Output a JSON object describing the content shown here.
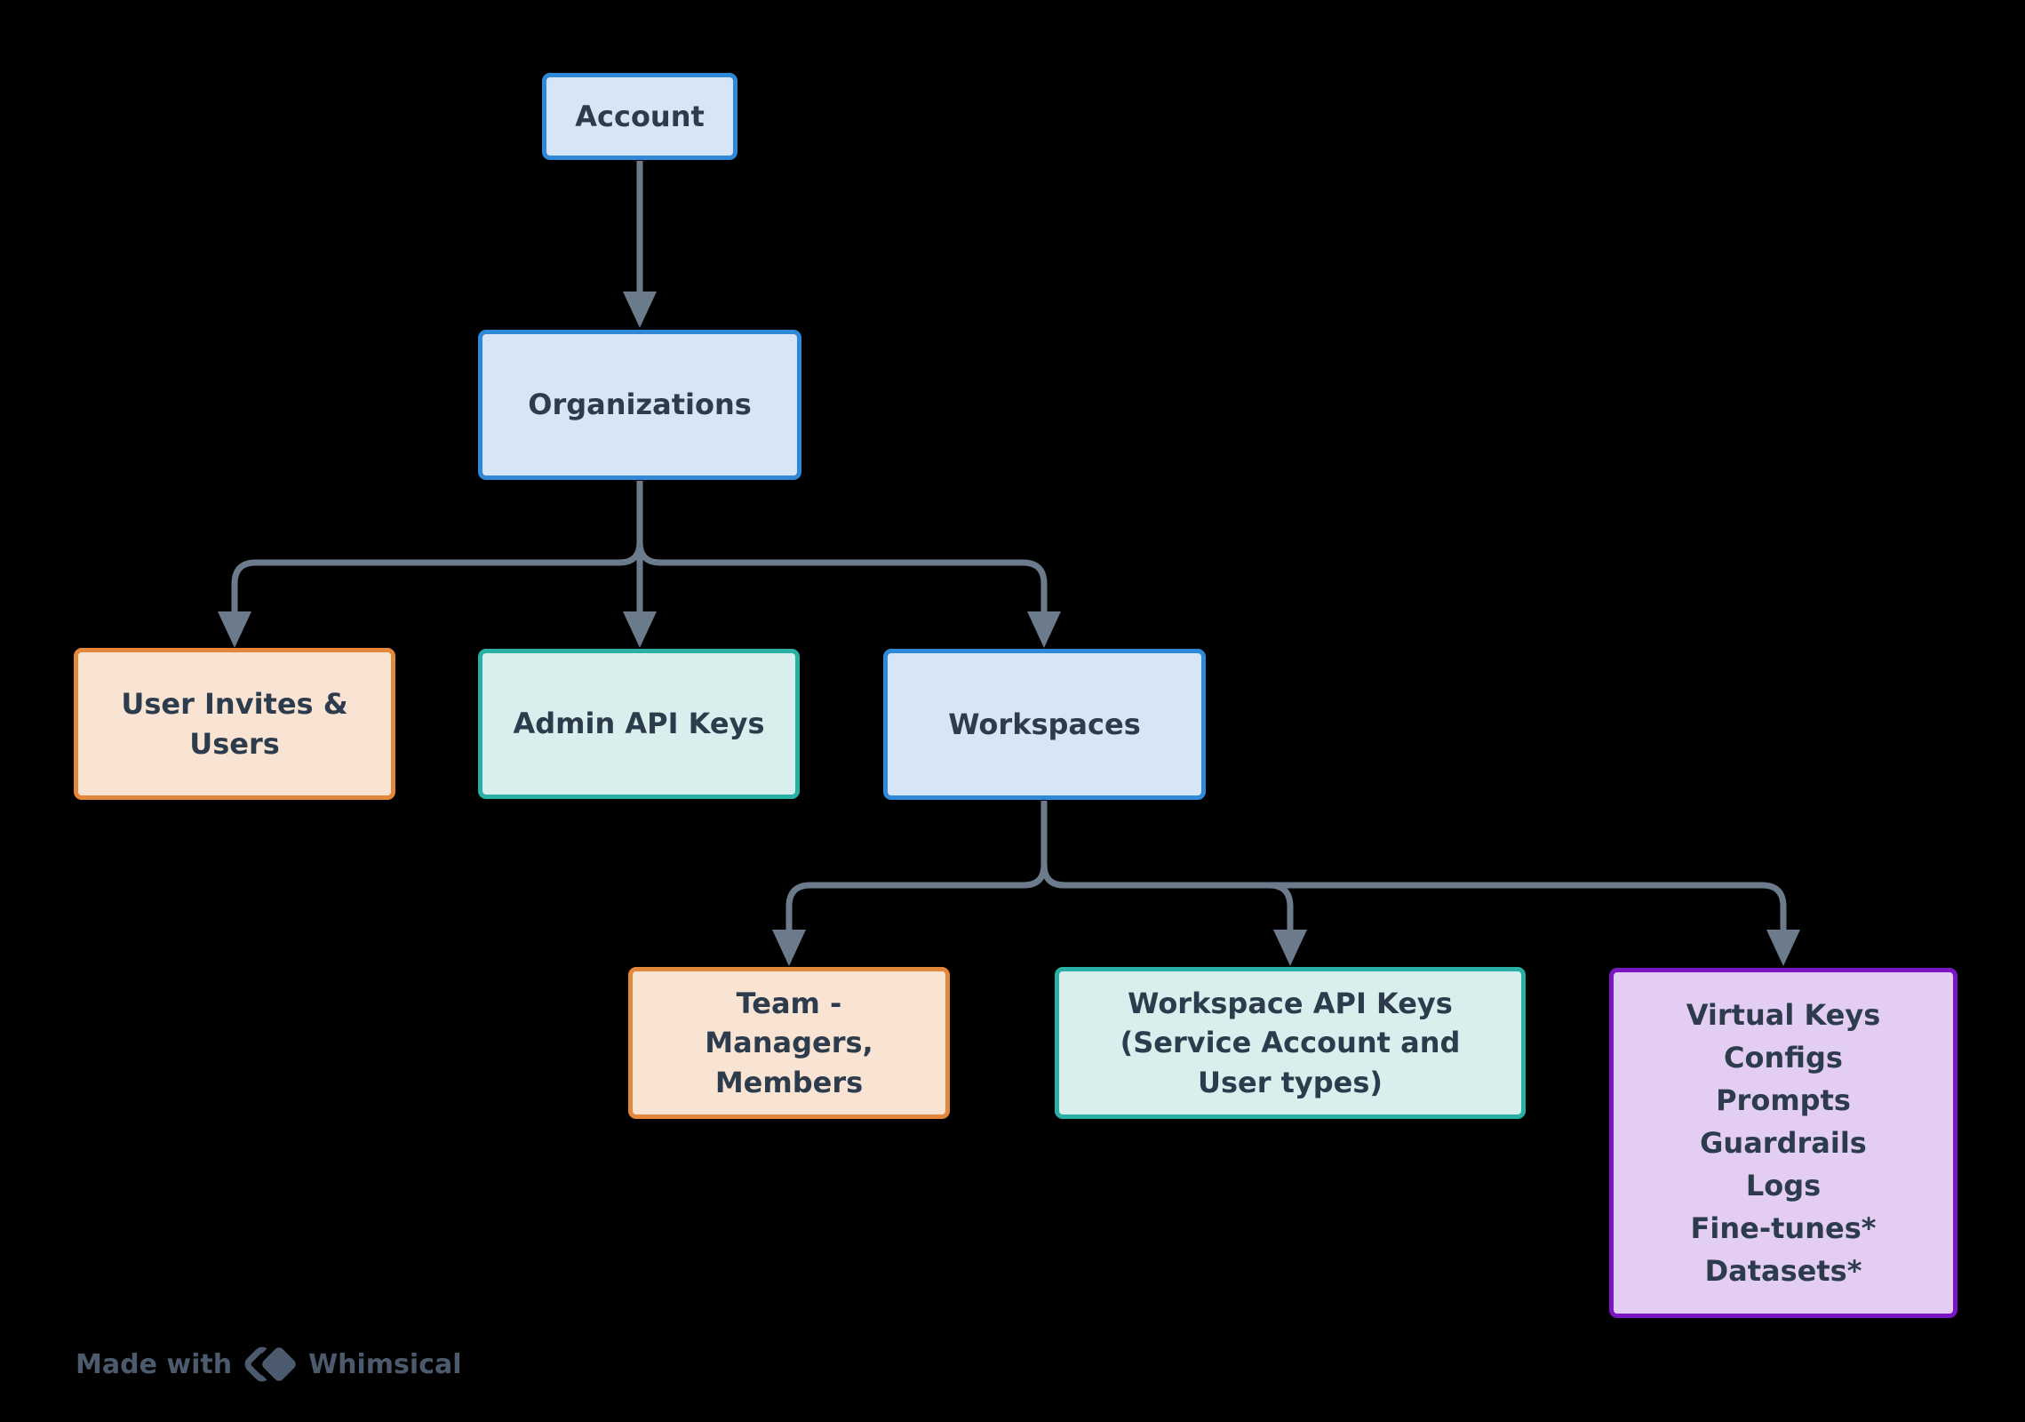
{
  "diagram": {
    "nodes": {
      "account": {
        "label": "Account",
        "color": "blue"
      },
      "organizations": {
        "label": "Organizations",
        "color": "blue"
      },
      "user_invites": {
        "label": "User Invites & Users",
        "color": "orange"
      },
      "admin_api_keys": {
        "label": "Admin API Keys",
        "color": "teal"
      },
      "workspaces": {
        "label": "Workspaces",
        "color": "blue"
      },
      "team": {
        "label": "Team - Managers, Members",
        "color": "orange"
      },
      "workspace_api_keys": {
        "label": "Workspace API Keys (Service Account and User types)",
        "color": "teal"
      },
      "workspace_features": {
        "color": "purple",
        "items": [
          "Virtual Keys",
          "Configs",
          "Prompts",
          "Guardrails",
          "Logs",
          "Fine-tunes*",
          "Datasets*"
        ]
      }
    },
    "edges": [
      {
        "from": "account",
        "to": "organizations"
      },
      {
        "from": "organizations",
        "to": "user_invites"
      },
      {
        "from": "organizations",
        "to": "admin_api_keys"
      },
      {
        "from": "organizations",
        "to": "workspaces"
      },
      {
        "from": "workspaces",
        "to": "team"
      },
      {
        "from": "workspaces",
        "to": "workspace_api_keys"
      },
      {
        "from": "workspaces",
        "to": "workspace_features"
      }
    ]
  },
  "footer": {
    "made_with": "Made with",
    "brand": "Whimsical"
  },
  "colors": {
    "background": "#000000",
    "connector": "#6b7b8b",
    "node_text": "#2d3c4d",
    "blue_fill": "#d6e6f7",
    "blue_border": "#2f88d8",
    "orange_fill": "#f9e4d4",
    "orange_border": "#e2873c",
    "teal_fill": "#d8efed",
    "teal_border": "#29b0a5",
    "purple_fill": "#e3cdf3",
    "purple_border": "#7b16c4",
    "footer_text": "#4b5a6c"
  }
}
